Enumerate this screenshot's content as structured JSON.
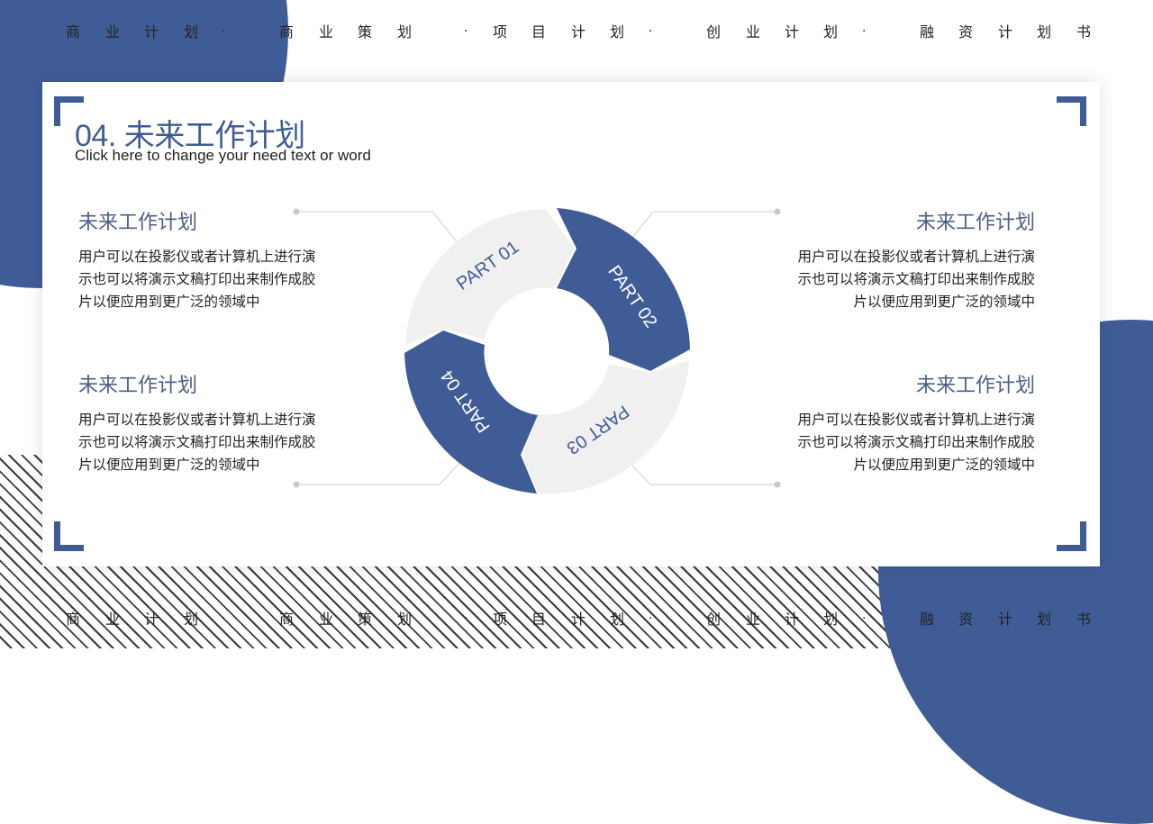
{
  "marquee": {
    "top": [
      "商",
      "业",
      "计",
      "划",
      ".",
      "商",
      "业",
      "策",
      "划",
      ".",
      "项",
      "目",
      "计",
      "划",
      ".",
      "创",
      "业",
      "计",
      "划",
      ".",
      "融",
      "资",
      "计",
      "划",
      "书"
    ],
    "bottom": [
      "商",
      "业",
      "计",
      "划",
      ".",
      "商",
      "业",
      "策",
      "划",
      ".",
      "项",
      "目",
      "计",
      "划",
      ".",
      "创",
      "业",
      "计",
      "划",
      ".",
      "融",
      "资",
      "计",
      "划",
      "书"
    ]
  },
  "slide": {
    "title": "04. 未来工作计划",
    "subtitle": "Click here to change your need text or word"
  },
  "blocks": [
    {
      "heading": "未来工作计划",
      "lines": [
        "用户可以在投影仪或者计算机上进行演",
        "示也可以将演示文稿打印出来制作成胶",
        "片以便应用到更广泛的领域中"
      ]
    },
    {
      "heading": "未来工作计划",
      "lines": [
        "用户可以在投影仪或者计算机上进行演",
        "示也可以将演示文稿打印出来制作成胶",
        "片以便应用到更广泛的领域中"
      ]
    },
    {
      "heading": "未来工作计划",
      "lines": [
        "用户可以在投影仪或者计算机上进行演",
        "示也可以将演示文稿打印出来制作成胶",
        "片以便应用到更广泛的领域中"
      ]
    },
    {
      "heading": "未来工作计划",
      "lines": [
        "用户可以在投影仪或者计算机上进行演",
        "示也可以将演示文稿打印出来制作成胶",
        "片以便应用到更广泛的领域中"
      ]
    }
  ],
  "ring": {
    "parts": [
      "PART 01",
      "PART 02",
      "PART 03",
      "PART 04"
    ]
  },
  "colors": {
    "accent": "#405c97",
    "light": "#f0f0f0",
    "text": "#222222",
    "heading": "#4d5f86"
  }
}
